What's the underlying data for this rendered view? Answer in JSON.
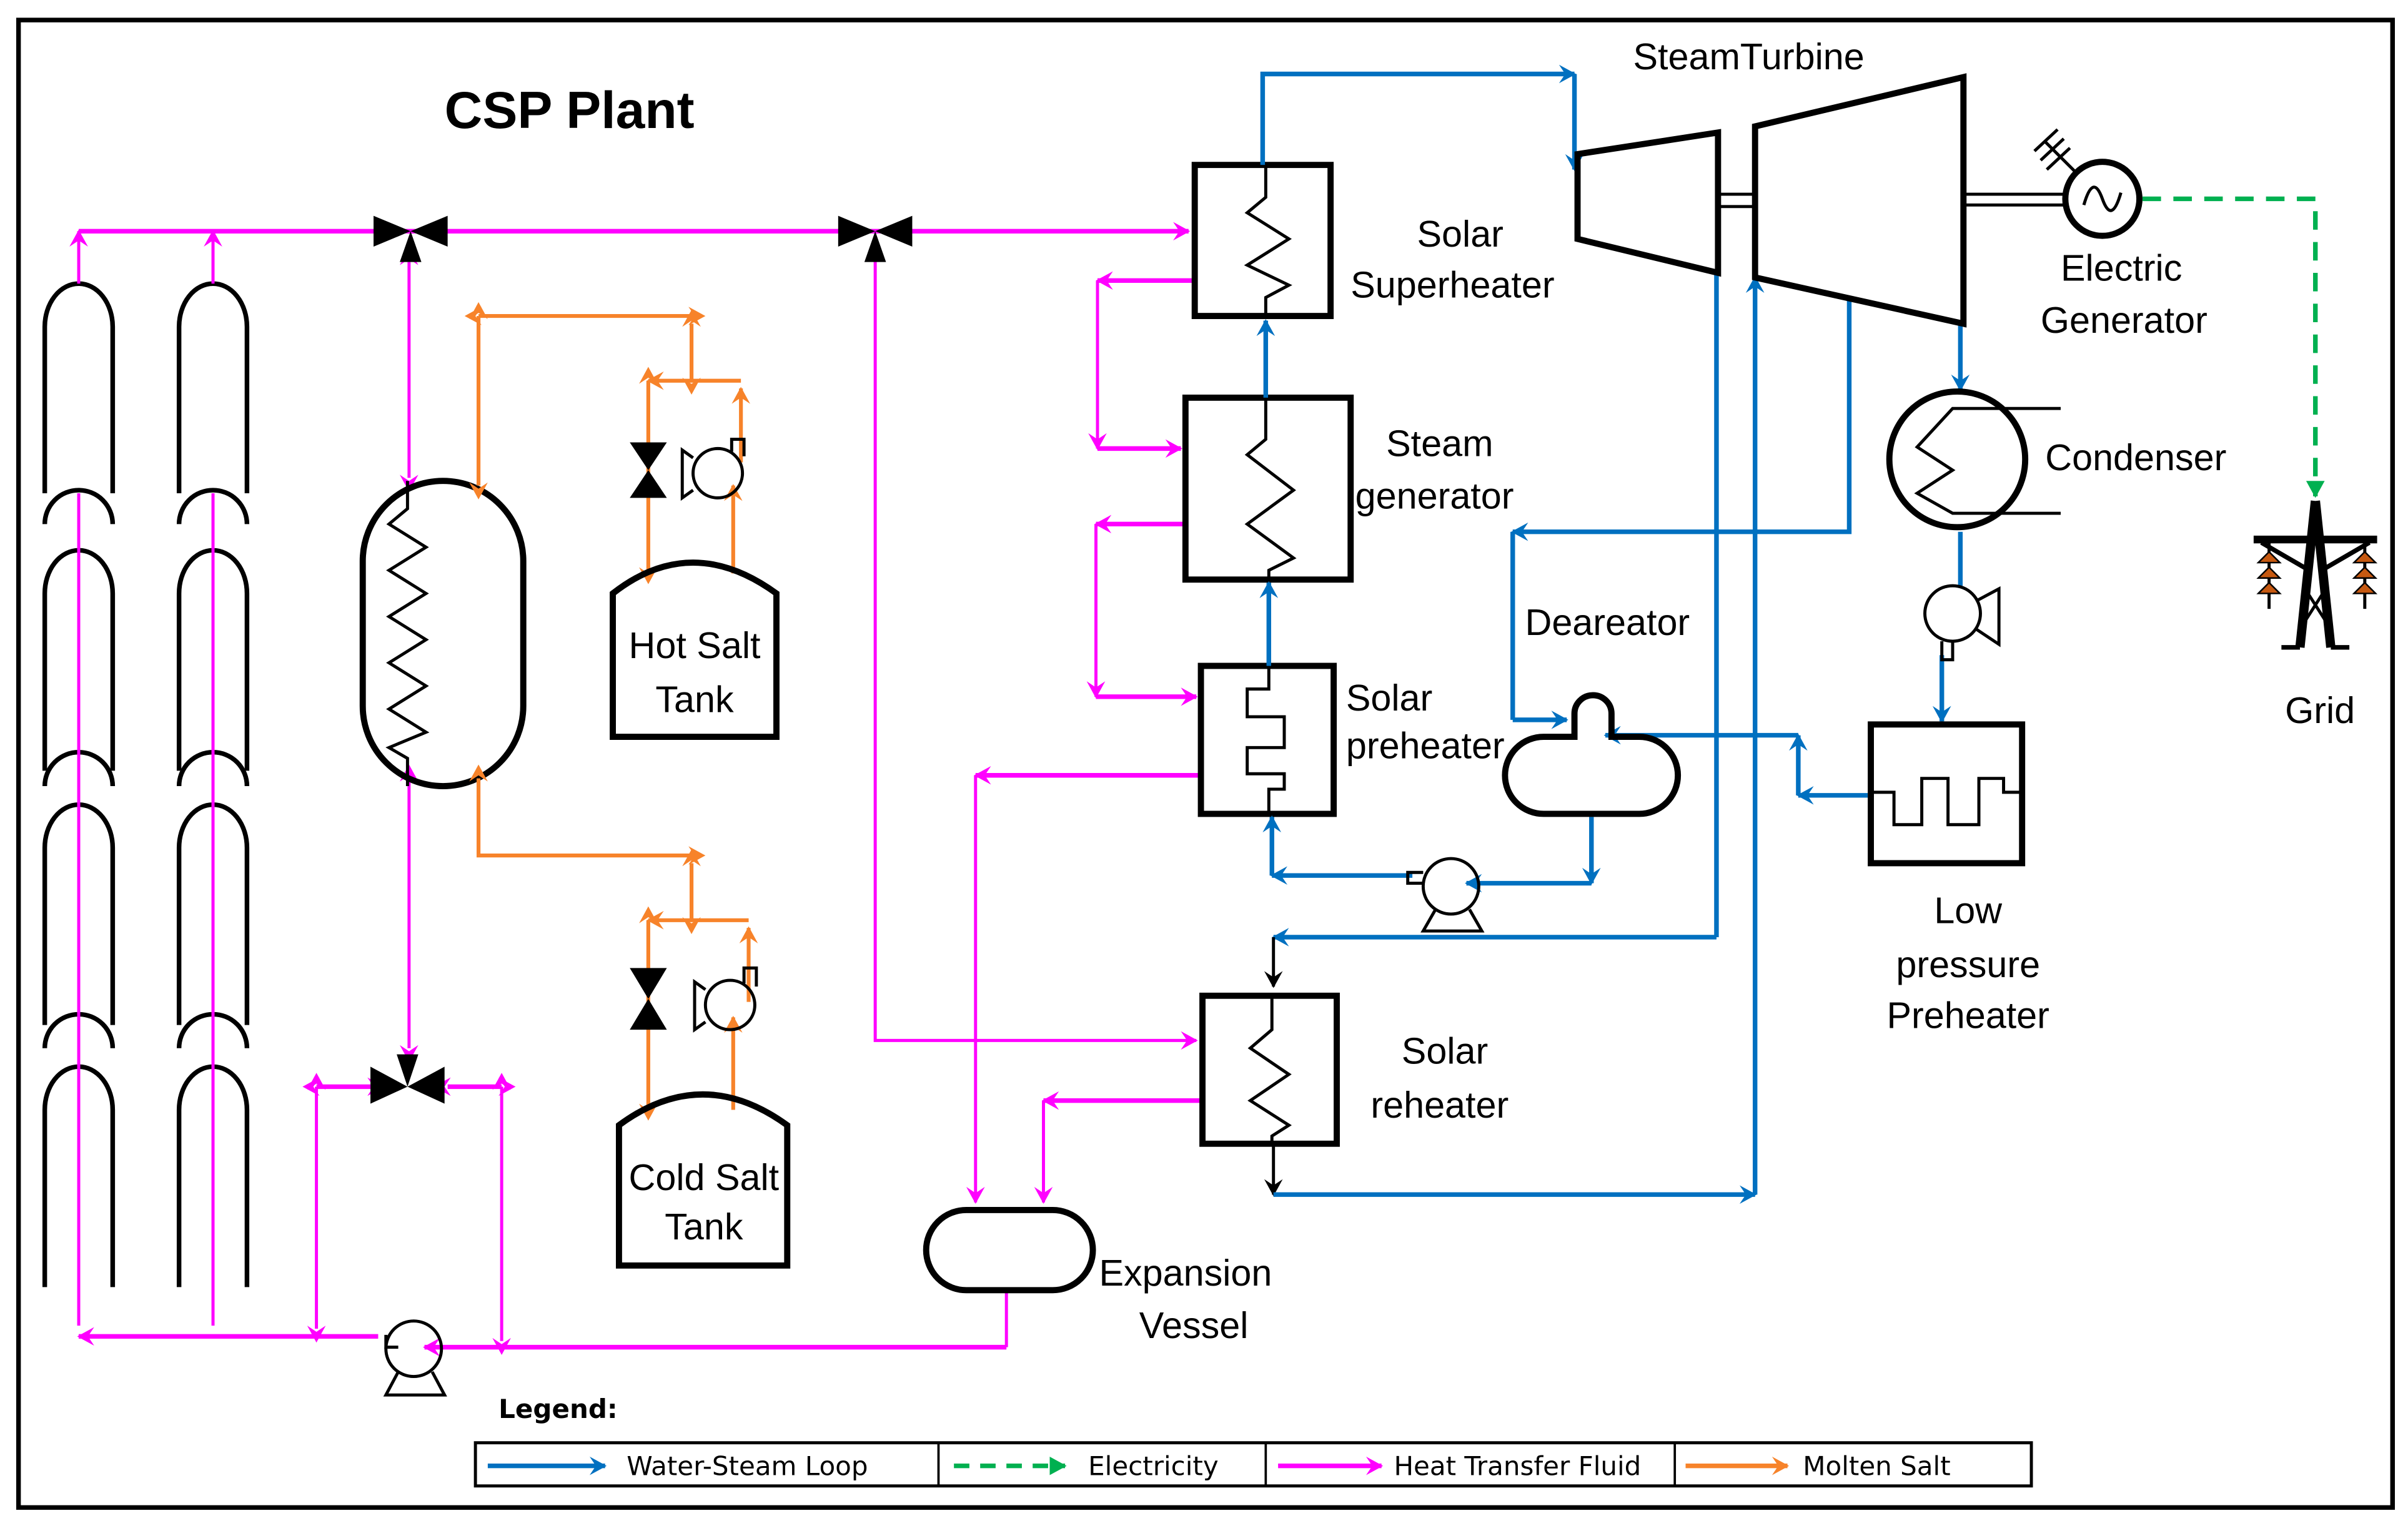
{
  "title": "CSP Plant",
  "colors": {
    "water_steam": "#0070C0",
    "electricity": "#00B050",
    "heat_transfer_fluid": "#FF00FF",
    "molten_salt": "#F7832A",
    "equipment": "#000000"
  },
  "components": {
    "steam_turbine": "SteamTurbine",
    "electric_generator": [
      "Electric",
      "Generator"
    ],
    "condenser": "Condenser",
    "grid": "Grid",
    "solar_superheater": [
      "Solar",
      "Superheater"
    ],
    "steam_generator": [
      "Steam",
      "generator"
    ],
    "solar_preheater": [
      "Solar",
      "preheater"
    ],
    "deaerator": "Deareator",
    "low_pressure_preheater": [
      "Low",
      "pressure",
      "Preheater"
    ],
    "solar_reheater": [
      "Solar",
      "reheater"
    ],
    "expansion_vessel": [
      "Expansion",
      "Vessel"
    ],
    "hot_salt_tank": [
      "Hot Salt",
      "Tank"
    ],
    "cold_salt_tank": [
      "Cold Salt",
      "Tank"
    ]
  },
  "legend": {
    "title": "Legend:",
    "items": [
      {
        "label": "Water-Steam Loop",
        "color": "#0070C0",
        "style": "solid"
      },
      {
        "label": "Electricity",
        "color": "#00B050",
        "style": "dashed"
      },
      {
        "label": "Heat Transfer Fluid",
        "color": "#FF00FF",
        "style": "solid"
      },
      {
        "label": "Molten Salt",
        "color": "#F7832A",
        "style": "solid"
      }
    ]
  }
}
